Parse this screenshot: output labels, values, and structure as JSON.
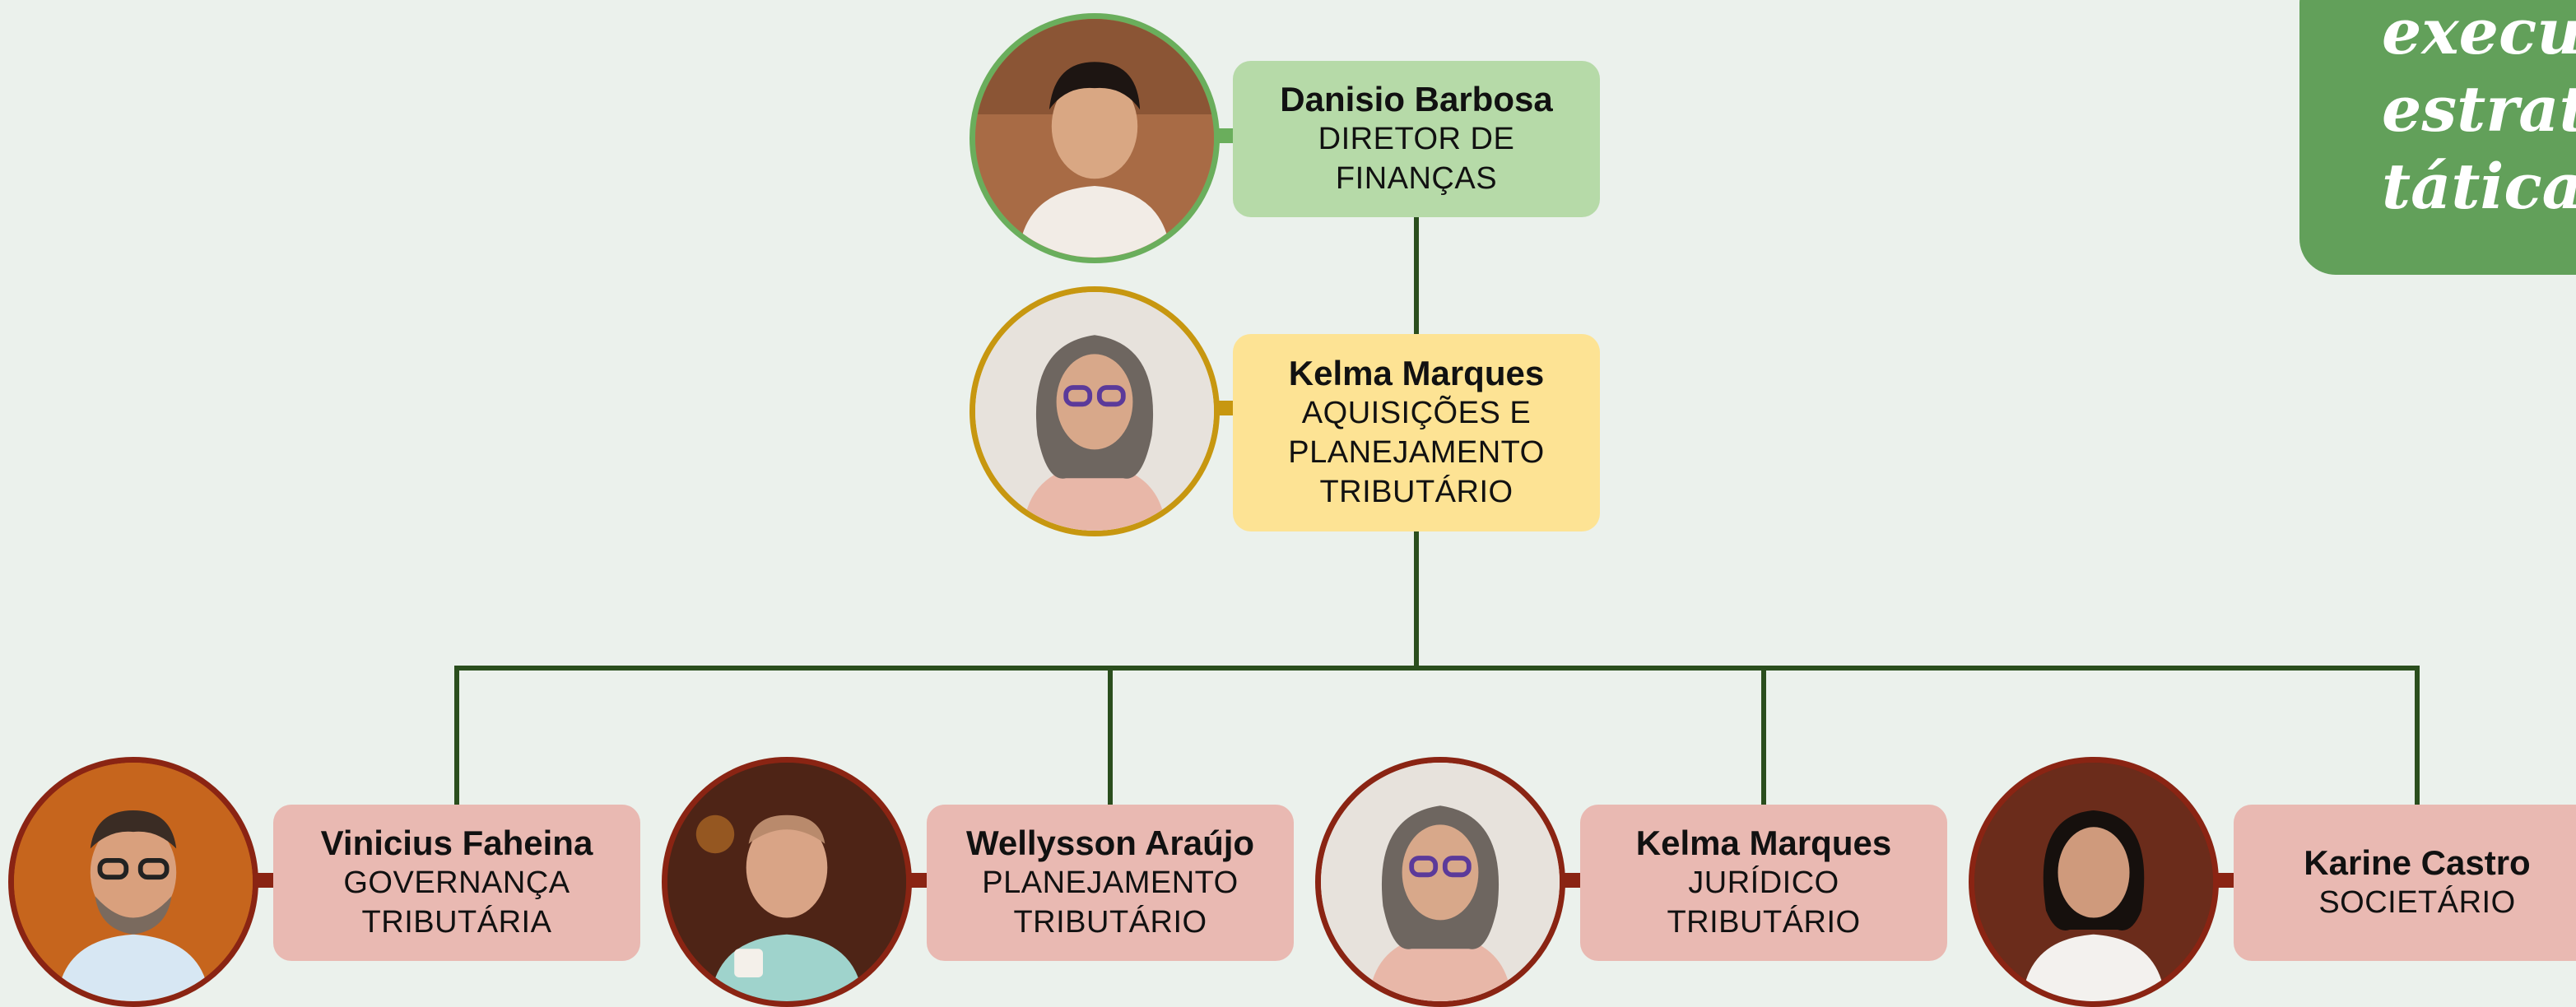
{
  "colors": {
    "background": "#ebf1ec",
    "line": "#2a4e1d",
    "callout": "#62a05a",
    "director_card": "#b6daa8",
    "director_accent": "#6aae5c",
    "manager_card": "#fde394",
    "manager_accent": "#c79710",
    "team_card": "#e9b9b2",
    "team_accent": "#8a2413"
  },
  "callout": {
    "lines": [
      "execut",
      "estrat",
      "tática"
    ]
  },
  "director": {
    "name": "Danisio Barbosa",
    "role_lines": [
      "DIRETOR DE",
      "FINANÇAS"
    ],
    "icon": "person-photo"
  },
  "manager": {
    "name": "Kelma Marques",
    "role_lines": [
      "AQUISIÇÕES E",
      "PLANEJAMENTO",
      "TRIBUTÁRIO"
    ],
    "icon": "person-photo"
  },
  "team": [
    {
      "name": "Vinicius Faheina",
      "role_lines": [
        "GOVERNANÇA",
        "TRIBUTÁRIA"
      ],
      "icon": "person-photo"
    },
    {
      "name": "Wellysson Araújo",
      "role_lines": [
        "PLANEJAMENTO",
        "TRIBUTÁRIO"
      ],
      "icon": "person-photo"
    },
    {
      "name": "Kelma Marques",
      "role_lines": [
        "JURÍDICO",
        "TRIBUTÁRIO"
      ],
      "icon": "person-photo"
    },
    {
      "name": "Karine Castro",
      "role_lines": [
        "SOCIETÁRIO"
      ],
      "icon": "person-photo"
    }
  ]
}
